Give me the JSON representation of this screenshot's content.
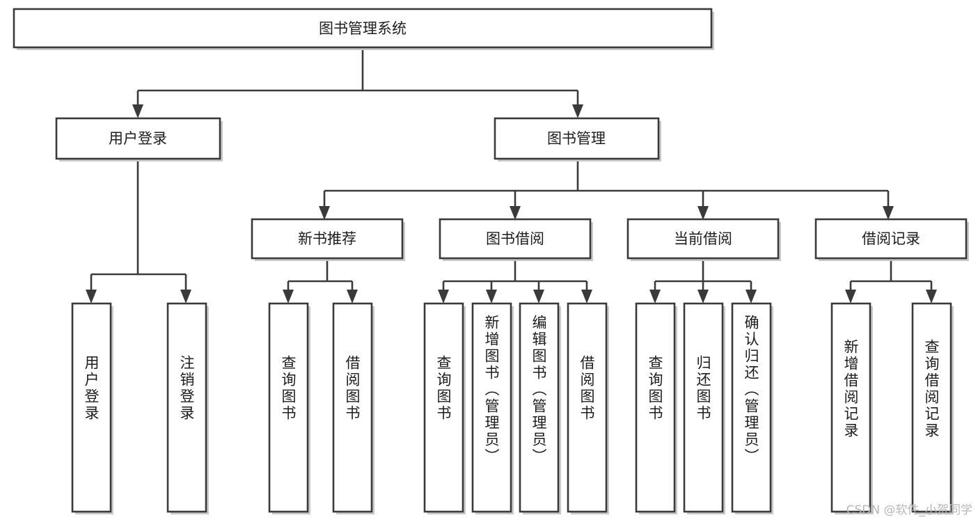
{
  "diagram": {
    "title": "图书管理系统",
    "type": "tree-hierarchy-chart",
    "root": {
      "id": "root",
      "label": "图书管理系统"
    },
    "level1": [
      {
        "id": "user-login",
        "label": "用户登录"
      },
      {
        "id": "book-management",
        "label": "图书管理"
      }
    ],
    "level2": [
      {
        "id": "new-book-recommend",
        "label": "新书推荐",
        "parent": "book-management"
      },
      {
        "id": "book-borrow",
        "label": "图书借阅",
        "parent": "book-management"
      },
      {
        "id": "current-borrow",
        "label": "当前借阅",
        "parent": "book-management"
      },
      {
        "id": "borrow-record",
        "label": "借阅记录",
        "parent": "book-management"
      }
    ],
    "leaves": {
      "user-login": [
        {
          "id": "leaf-user-login",
          "label": "用户登录"
        },
        {
          "id": "leaf-user-logout",
          "label": "注销登录"
        }
      ],
      "new-book-recommend": [
        {
          "id": "leaf-query-book-1",
          "label": "查询图书"
        },
        {
          "id": "leaf-borrow-book-1",
          "label": "借阅图书"
        }
      ],
      "book-borrow": [
        {
          "id": "leaf-query-book-2",
          "label": "查询图书"
        },
        {
          "id": "leaf-add-book",
          "label": "新增图书（管理员）"
        },
        {
          "id": "leaf-edit-book",
          "label": "编辑图书（管理员）"
        },
        {
          "id": "leaf-borrow-book-2",
          "label": "借阅图书"
        }
      ],
      "current-borrow": [
        {
          "id": "leaf-query-book-3",
          "label": "查询图书"
        },
        {
          "id": "leaf-return-book",
          "label": "归还图书"
        },
        {
          "id": "leaf-confirm-return",
          "label": "确认归还（管理员）"
        }
      ],
      "borrow-record": [
        {
          "id": "leaf-add-record",
          "label": "新增借阅记录"
        },
        {
          "id": "leaf-query-record",
          "label": "查询借阅记录"
        }
      ]
    }
  },
  "watermark": {
    "text": "CSDN @软件_小贺同学"
  },
  "colors": {
    "box_stroke": "#3a3a3a",
    "box_fill": "#ffffff",
    "text": "#1c1c1c",
    "shadow": "#c9c9c9",
    "watermark": "#b7b7b7",
    "canvas": "#ffffff"
  }
}
